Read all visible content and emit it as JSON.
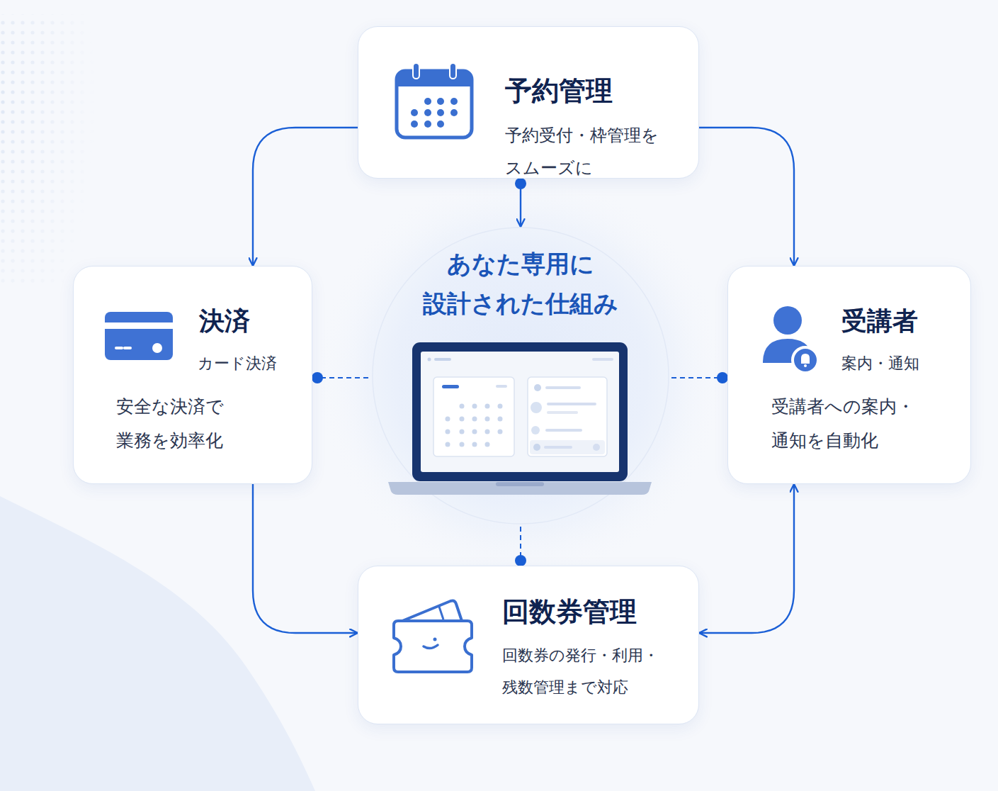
{
  "diagram": {
    "nodes": [
      {
        "text": [
          "予約管理",
          "予約受付・枠管理を スムーズに"
        ]
      },
      {
        "text": [
          "決済",
          "カード決済",
          "安全な決済で 業務を効率化"
        ]
      },
      {
        "text": [
          "あなた専用に 設計された仕組み"
        ]
      },
      {
        "text": [
          "受講者",
          "案内・通知",
          "受講者への案内・ 通知を自動化"
        ]
      },
      {
        "text": [
          "回数券管理",
          "回数券の発行・利用・ 残数管理まで対応"
        ]
      }
    ],
    "edges": [
      {
        "from": 0,
        "to": 1,
        "arrow": "to"
      },
      {
        "from": 0,
        "to": 3,
        "arrow": "to"
      },
      {
        "from": 0,
        "to": 2,
        "arrow": "to"
      },
      {
        "from": 1,
        "to": 4,
        "arrow": "to"
      },
      {
        "from": 4,
        "to": 3,
        "arrow": "both"
      },
      {
        "from": 1,
        "to": 2,
        "arrow": "none"
      },
      {
        "from": 3,
        "to": 2,
        "arrow": "none"
      },
      {
        "from": 4,
        "to": 2,
        "arrow": "none"
      }
    ]
  }
}
